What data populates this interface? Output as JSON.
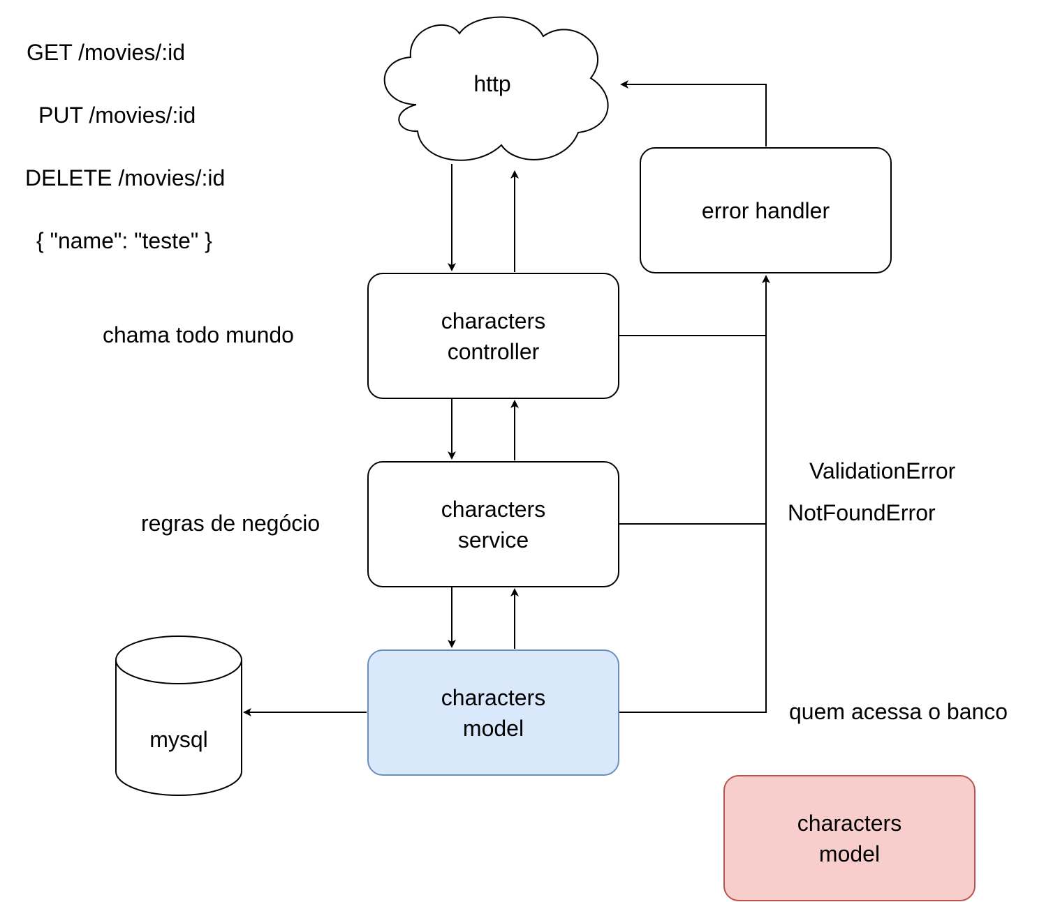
{
  "notes": {
    "get_route": "GET /movies/:id",
    "put_route": "PUT /movies/:id",
    "delete_route": "DELETE /movies/:id",
    "json_body": "{ \"name\": \"teste\" }",
    "controller_note": "chama todo mundo",
    "service_note": "regras de negócio",
    "validation_error": "ValidationError",
    "notfound_error": "NotFoundError",
    "model_note": "quem acessa o banco"
  },
  "nodes": {
    "http": "http",
    "error_handler": "error handler",
    "controller": {
      "line1": "characters",
      "line2": "controller"
    },
    "service": {
      "line1": "characters",
      "line2": "service"
    },
    "model": {
      "line1": "characters",
      "line2": "model",
      "fill": "#dae8fc",
      "stroke": "#6c8ebf"
    },
    "model_copy": {
      "line1": "characters",
      "line2": "model",
      "fill": "#f8cecc",
      "stroke": "#b85450"
    },
    "database": "mysql"
  }
}
